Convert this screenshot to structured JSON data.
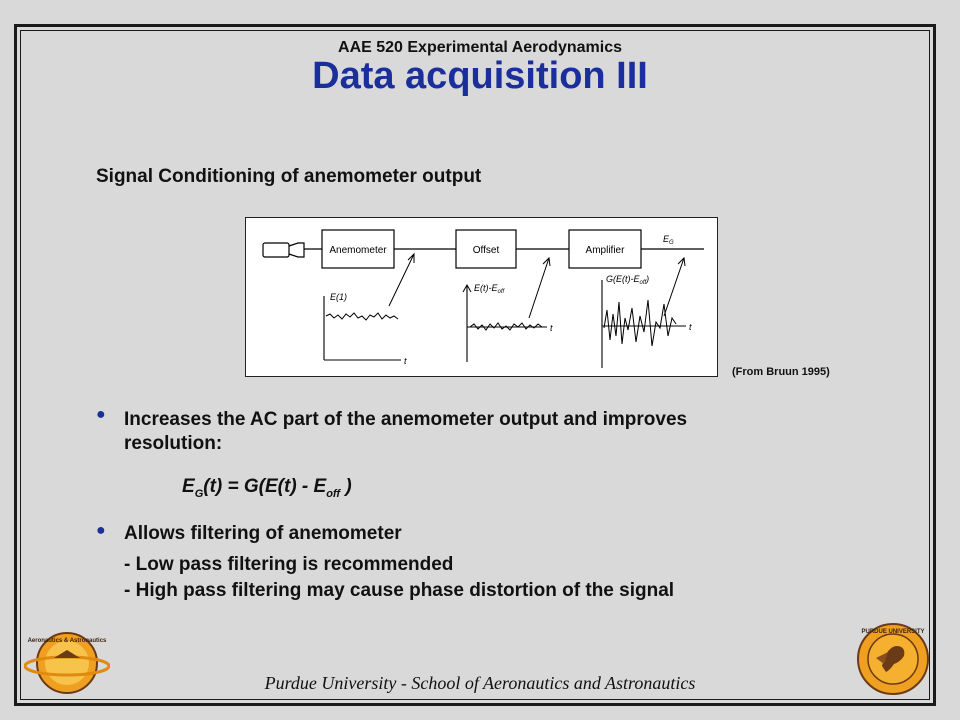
{
  "header": {
    "course": "AAE 520 Experimental Aerodynamics",
    "title": "Data acquisition III"
  },
  "subtitle": "Signal Conditioning of anemometer output",
  "diagram": {
    "blocks": [
      "Anemometer",
      "Offset",
      "Amplifier"
    ],
    "output_label": "E",
    "output_sub": "G",
    "plot1_label": "E(1)",
    "plot2_label": "E(t)-E",
    "plot2_sub": "off",
    "plot3_label": "G(E(t)-E",
    "plot3_sub": "off",
    "plot3_suffix": ")",
    "axis_t": "t"
  },
  "credit": "(From Bruun 1995)",
  "bullets": [
    {
      "text_line1": "Increases the AC part of the anemometer output and improves",
      "text_line2": "resolution:"
    },
    {
      "text_line1": "Allows filtering of anemometer"
    }
  ],
  "formula": {
    "lhs": "E",
    "lhs_sub": "G",
    "mid": "(t) = G(E(t) - E",
    "sub": "off",
    "end": " )"
  },
  "subpoints": [
    "- Low pass filtering is recommended",
    "- High pass filtering may cause phase distortion of the signal"
  ],
  "footer": "Purdue University - School of Aeronautics and Astronautics",
  "logos": {
    "left_text": "Aeronautics & Astronautics",
    "right_text": "PURDUE UNIVERSITY"
  },
  "colors": {
    "title": "#1a2f9c",
    "background": "#d9d9d9",
    "logo_orange": "#f0a020",
    "logo_brown": "#6b3a16"
  }
}
